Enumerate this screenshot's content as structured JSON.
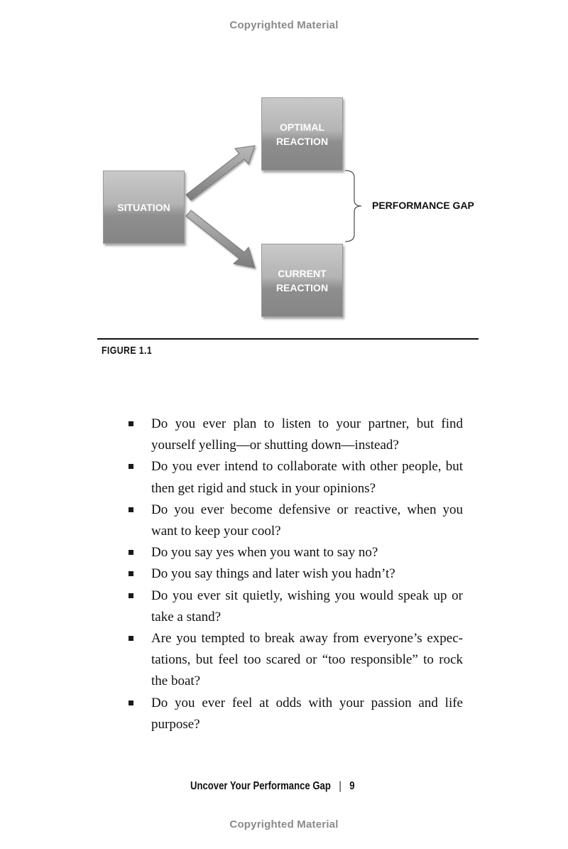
{
  "watermark": {
    "top": "Copyrighted Material",
    "bottom": "Copyrighted Material"
  },
  "figure": {
    "boxes": {
      "situation": "SITUATION",
      "optimal": "OPTIMAL\nREACTION",
      "current": "CURRENT\nREACTION"
    },
    "gap_label": "PERFORMANCE GAP",
    "caption": "FIGURE 1.1"
  },
  "questions": [
    "Do you ever plan to listen to your partner, but find yourself yelling—or shutting down—instead?",
    "Do you ever intend to collaborate with other people, but then get rigid and stuck in your opinions?",
    "Do you ever become defensive or reactive, when you want to keep your cool?",
    "Do you say yes when you want to say no?",
    "Do you say things and later wish you hadn’t?",
    "Do you ever sit quietly, wishing you would speak up or take a stand?",
    "Are you tempted to break away from everyone’s expec­tations, but feel too scared or “too responsible” to rock the boat?",
    "Do you ever feel at odds with your passion and life purpose?"
  ],
  "footer": {
    "chapter_title": "Uncover Your Performance Gap",
    "page_number": "9"
  }
}
